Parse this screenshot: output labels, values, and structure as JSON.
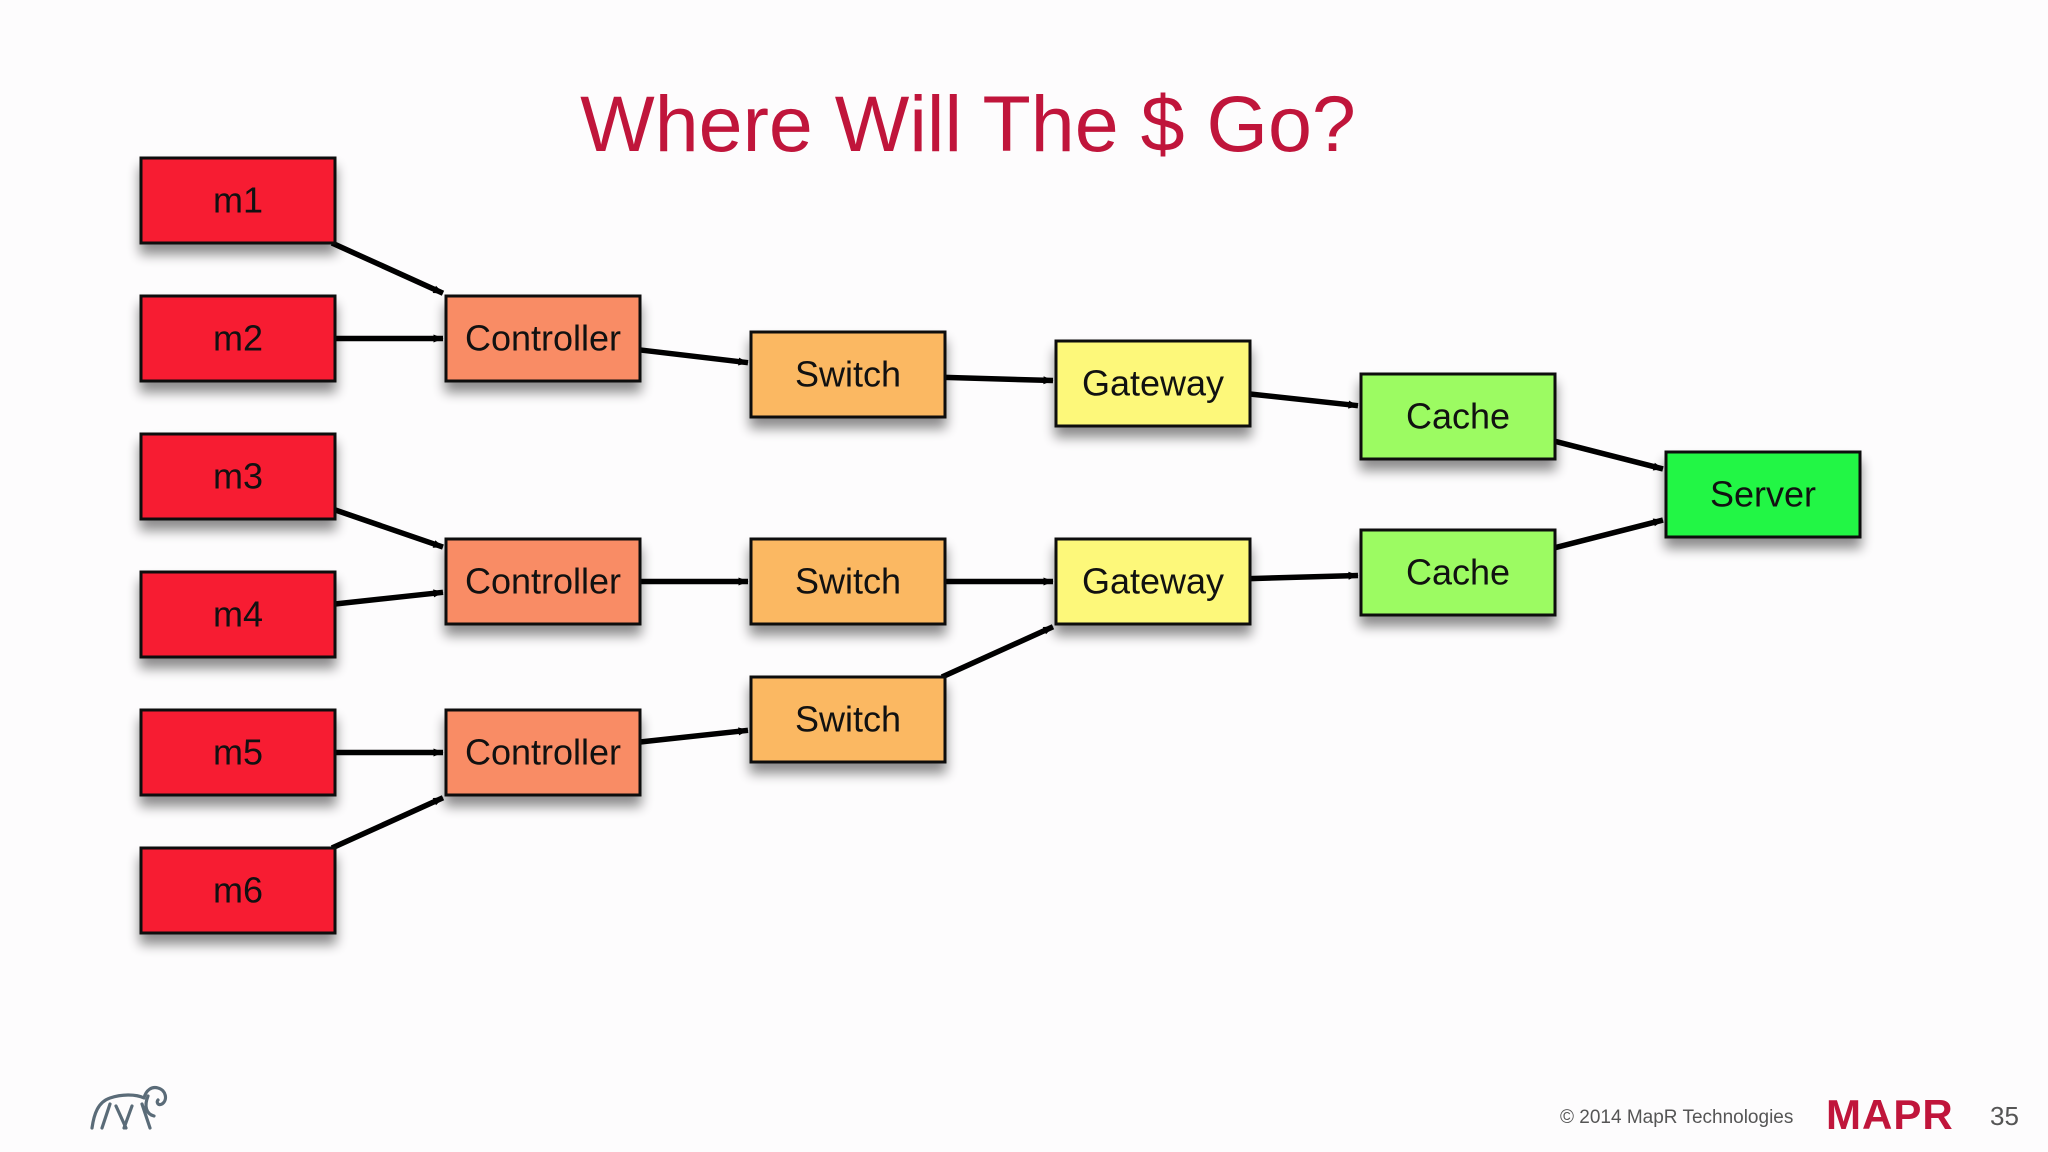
{
  "slide": {
    "title": "Where Will The $ Go?",
    "footer_copyright": "© 2014 MapR Technologies",
    "footer_brand": "MAPR",
    "page_number": "35"
  },
  "colors": {
    "title": "#c0153b",
    "machine": "#f71b31",
    "controller": "#f98c65",
    "switch": "#fbb862",
    "gateway": "#fdf87a",
    "cache": "#9cfb62",
    "server": "#22f645"
  },
  "diagram": {
    "nodes": [
      {
        "id": "m1",
        "label": "m1",
        "kind": "machine"
      },
      {
        "id": "m2",
        "label": "m2",
        "kind": "machine"
      },
      {
        "id": "m3",
        "label": "m3",
        "kind": "machine"
      },
      {
        "id": "m4",
        "label": "m4",
        "kind": "machine"
      },
      {
        "id": "m5",
        "label": "m5",
        "kind": "machine"
      },
      {
        "id": "m6",
        "label": "m6",
        "kind": "machine"
      },
      {
        "id": "c1",
        "label": "Controller",
        "kind": "controller"
      },
      {
        "id": "c2",
        "label": "Controller",
        "kind": "controller"
      },
      {
        "id": "c3",
        "label": "Controller",
        "kind": "controller"
      },
      {
        "id": "s1",
        "label": "Switch",
        "kind": "switch"
      },
      {
        "id": "s2",
        "label": "Switch",
        "kind": "switch"
      },
      {
        "id": "s3",
        "label": "Switch",
        "kind": "switch"
      },
      {
        "id": "g1",
        "label": "Gateway",
        "kind": "gateway"
      },
      {
        "id": "g2",
        "label": "Gateway",
        "kind": "gateway"
      },
      {
        "id": "k1",
        "label": "Cache",
        "kind": "cache"
      },
      {
        "id": "k2",
        "label": "Cache",
        "kind": "cache"
      },
      {
        "id": "sv",
        "label": "Server",
        "kind": "server"
      }
    ],
    "edges": [
      {
        "from": "m1",
        "to": "c1"
      },
      {
        "from": "m2",
        "to": "c1"
      },
      {
        "from": "m3",
        "to": "c2"
      },
      {
        "from": "m4",
        "to": "c2"
      },
      {
        "from": "m5",
        "to": "c3"
      },
      {
        "from": "m6",
        "to": "c3"
      },
      {
        "from": "c1",
        "to": "s1"
      },
      {
        "from": "c2",
        "to": "s2"
      },
      {
        "from": "c3",
        "to": "s3"
      },
      {
        "from": "s1",
        "to": "g1"
      },
      {
        "from": "s2",
        "to": "g2"
      },
      {
        "from": "s3",
        "to": "g2"
      },
      {
        "from": "g1",
        "to": "k1"
      },
      {
        "from": "g2",
        "to": "k2"
      },
      {
        "from": "k1",
        "to": "sv"
      },
      {
        "from": "k2",
        "to": "sv"
      }
    ]
  }
}
